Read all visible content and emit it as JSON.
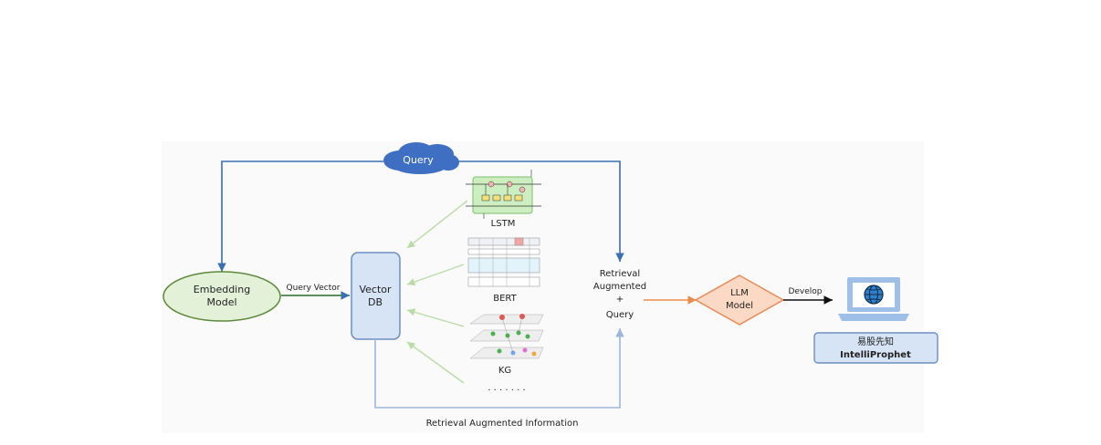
{
  "query": "Query",
  "embedding_model": [
    "Embedding",
    "Model"
  ],
  "query_vector": "Query Vector",
  "vector_db": [
    "Vector",
    "DB"
  ],
  "models": {
    "lstm": "LSTM",
    "bert": "BERT",
    "kg": "KG",
    "more": ". . . . . . ."
  },
  "retrieval": [
    "Retrieval",
    "Augmented",
    "+",
    "Query"
  ],
  "llm_model": [
    "LLM",
    "Model"
  ],
  "develop": "Develop",
  "product": {
    "name_cn": "易股先知",
    "name_en": "IntelliProphet"
  },
  "retrieval_info": "Retrieval Augmented Information",
  "colors": {
    "blue_line": "#3a6fb0",
    "light_blue_line": "#9cb8dc",
    "green_line": "#b9dca6",
    "orange_line": "#ec8c4a",
    "embedding_fill": "#e3f1d8",
    "embedding_stroke": "#5c8a3a",
    "vector_fill": "#d6e4f5",
    "vector_stroke": "#6c8fc0",
    "llm_fill": "#fbd9c4",
    "llm_stroke": "#e88b57",
    "cloud_fill": "#3f6fc2",
    "laptop": "#9ec0e8"
  }
}
